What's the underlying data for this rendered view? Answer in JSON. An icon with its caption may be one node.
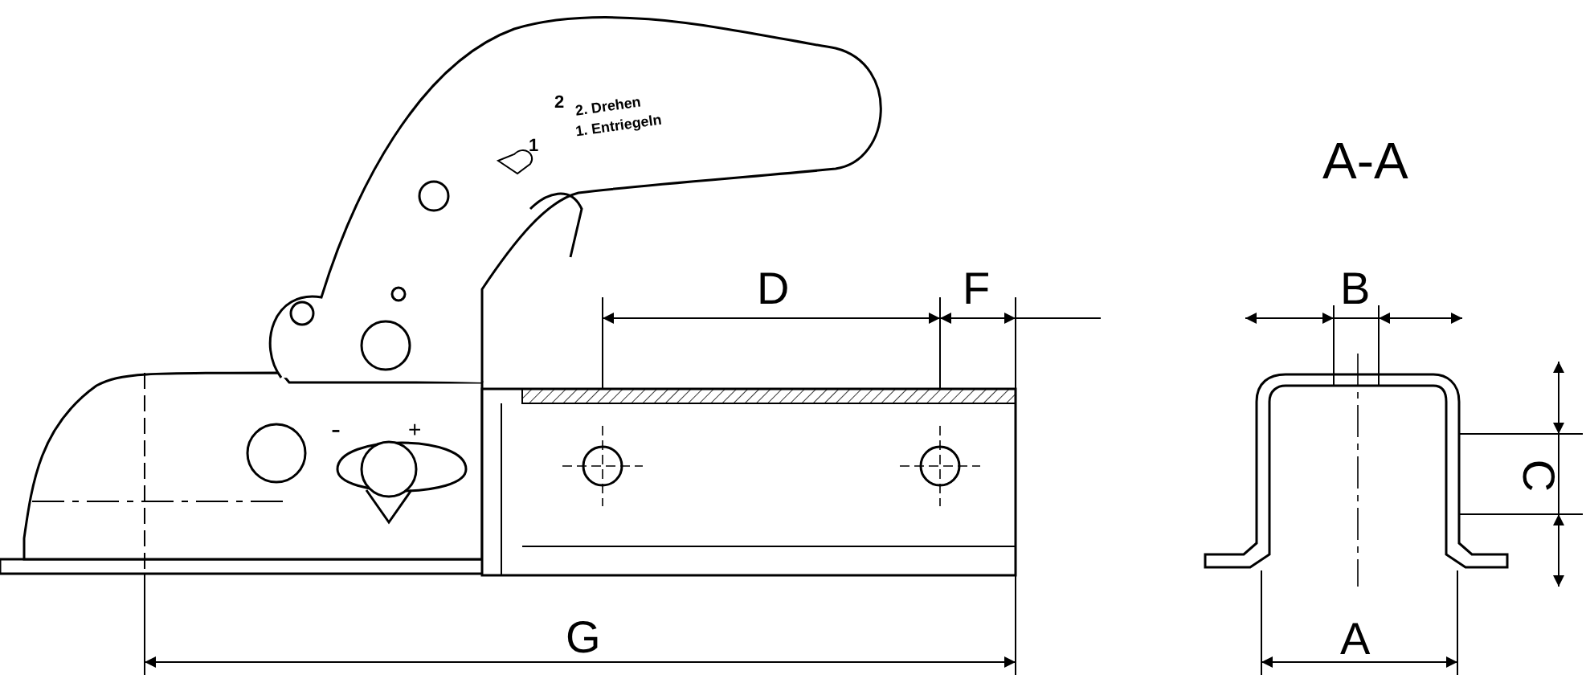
{
  "diagram": {
    "labels": [
      "2",
      "1",
      "2. Drehen",
      "1. Entriegeln",
      "-",
      "+",
      "D",
      "F",
      "G",
      "A-A",
      "B",
      "C",
      "A"
    ]
  }
}
